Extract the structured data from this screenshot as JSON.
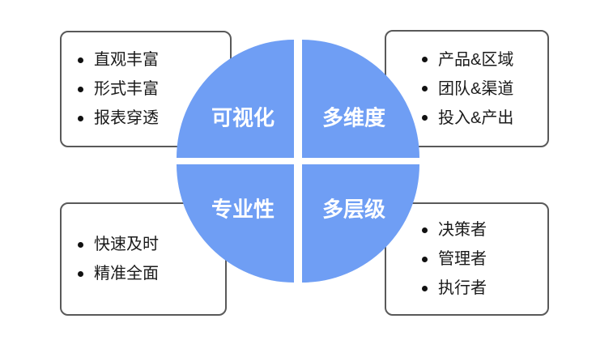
{
  "diagram": {
    "quadrant_labels": {
      "top_left": "可视化",
      "top_right": "多维度",
      "bottom_left": "专业性",
      "bottom_right": "多层级"
    },
    "boxes": {
      "top_left": {
        "items": [
          "直观丰富",
          "形式丰富",
          "报表穿透"
        ]
      },
      "top_right": {
        "items": [
          "产品&区域",
          "团队&渠道",
          "投入&产出"
        ]
      },
      "bottom_left": {
        "items": [
          "快速及时",
          "精准全面"
        ]
      },
      "bottom_right": {
        "items": [
          "决策者",
          "管理者",
          "执行者"
        ]
      }
    },
    "colors": {
      "quadrant_fill": "#6F9EF4",
      "label_text": "#FFFFFF",
      "box_border": "#595959",
      "item_text": "#1A1A1A",
      "background": "#FFFFFF"
    }
  }
}
